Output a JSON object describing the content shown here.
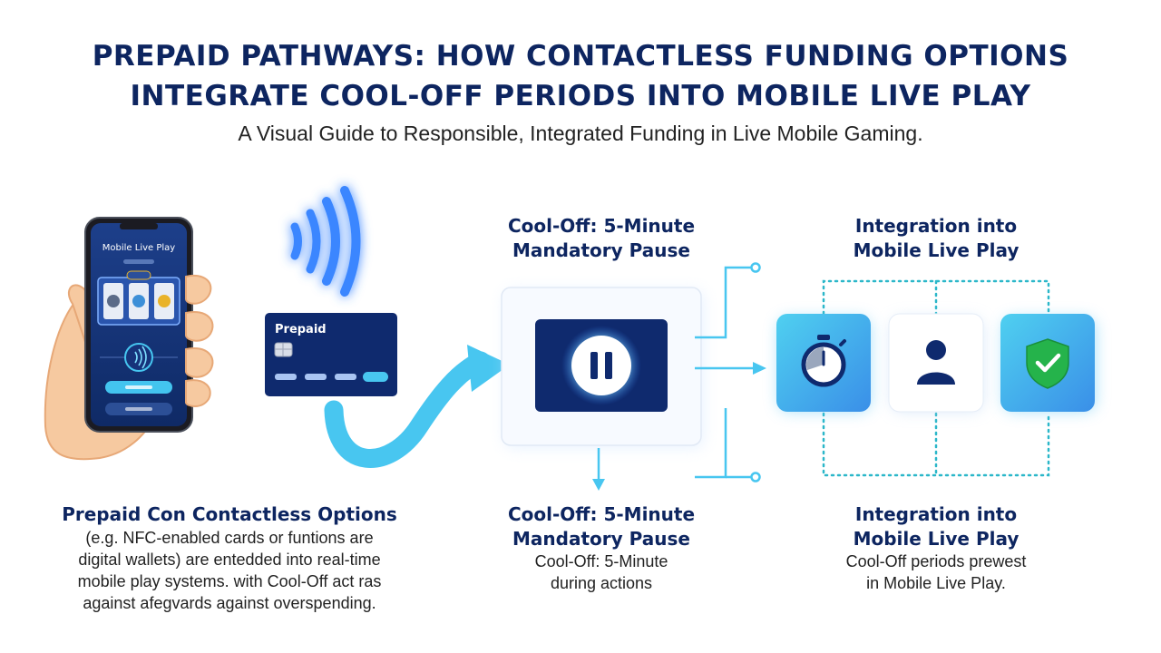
{
  "header": {
    "title_line1": "PREPAID PATHWAYS: HOW CONTACTLESS FUNDING OPTIONS",
    "title_line2": "INTEGRATE COOL-OFF PERIODS INTO MOBILE LIVE PLAY",
    "subtitle": "A Visual Guide to Responsible, Integrated Funding in Live Mobile Gaming."
  },
  "phone": {
    "screen_title": "Mobile Live Play"
  },
  "card": {
    "label": "Prepaid"
  },
  "cooloff": {
    "top_line1": "Cool-Off: 5-Minute",
    "top_line2": "Mandatory Pause",
    "bottom_line1": "Cool-Off: 5-Minute",
    "bottom_line2": "Mandatory Pause",
    "desc_line1": "Cool-Off: 5-Minute",
    "desc_line2": "during actions"
  },
  "integration": {
    "top_line1": "Integration into",
    "top_line2": "Mobile Live Play",
    "bottom_line1": "Integration into",
    "bottom_line2": "Mobile Live Play",
    "desc_line1": "Cool-Off periods prewest",
    "desc_line2": "in Mobile Live Play."
  },
  "prepaid": {
    "heading": "Prepaid Con Contactless Options",
    "line1": "(e.g. NFC-enabled cards or funtions are",
    "line2": "digital wallets) are entedded into real-time",
    "line3": "mobile play systems.  with Cool-Off act ras",
    "line4": "against afegvards against overspending."
  },
  "icons": {
    "timer": "stopwatch-icon",
    "user": "user-icon",
    "shield": "shield-check-icon",
    "pause": "pause-icon",
    "nfc": "contactless-waves-icon"
  },
  "colors": {
    "navy": "#0d2560",
    "cyan": "#3cc3ef",
    "blue": "#3a8fe8",
    "green": "#25b34b",
    "skin": "#f6c9a0"
  }
}
